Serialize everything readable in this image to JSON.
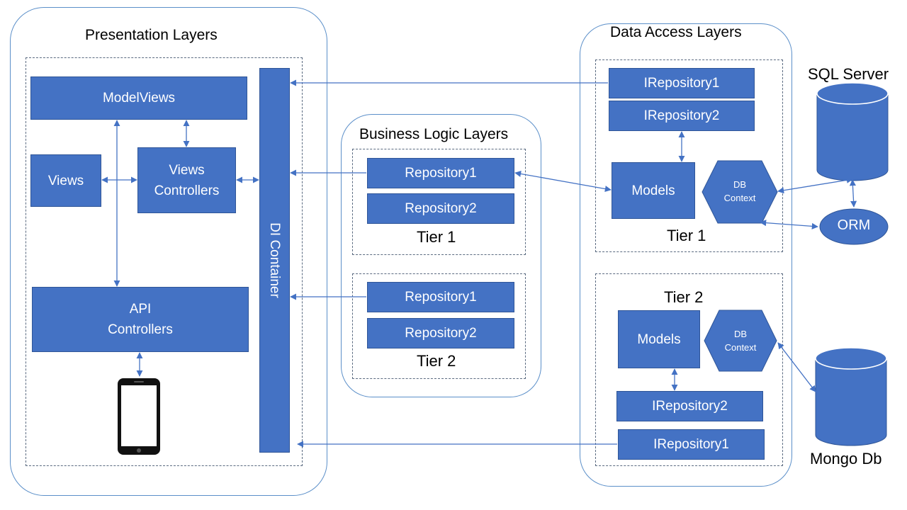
{
  "presentation": {
    "title": "Presentation Layers",
    "model_views": "ModelViews",
    "views": "Views",
    "views_controllers": "Views\nControllers",
    "api_controllers": "API\nControllers",
    "di_container": "DI Container"
  },
  "business": {
    "title": "Business Logic Layers",
    "tier1": {
      "label": "Tier 1",
      "repo1": "Repository1",
      "repo2": "Repository2"
    },
    "tier2": {
      "label": "Tier 2",
      "repo1": "Repository1",
      "repo2": "Repository2"
    }
  },
  "data_access": {
    "title": "Data Access Layers",
    "tier1": {
      "label": "Tier 1",
      "irepo1": "IRepository1",
      "irepo2": "IRepository2",
      "models": "Models",
      "db_context": "DB\nContext"
    },
    "tier2": {
      "label": "Tier 2",
      "irepo2": "IRepository2",
      "irepo1": "IRepository1",
      "models": "Models",
      "db_context": "DB\nContext"
    }
  },
  "external": {
    "sql_server": "SQL Server",
    "orm": "ORM",
    "mongo_db": "Mongo Db"
  },
  "colors": {
    "block": "#4472c4",
    "panel_border": "#5b8fc9",
    "connector": "#4472c4"
  }
}
